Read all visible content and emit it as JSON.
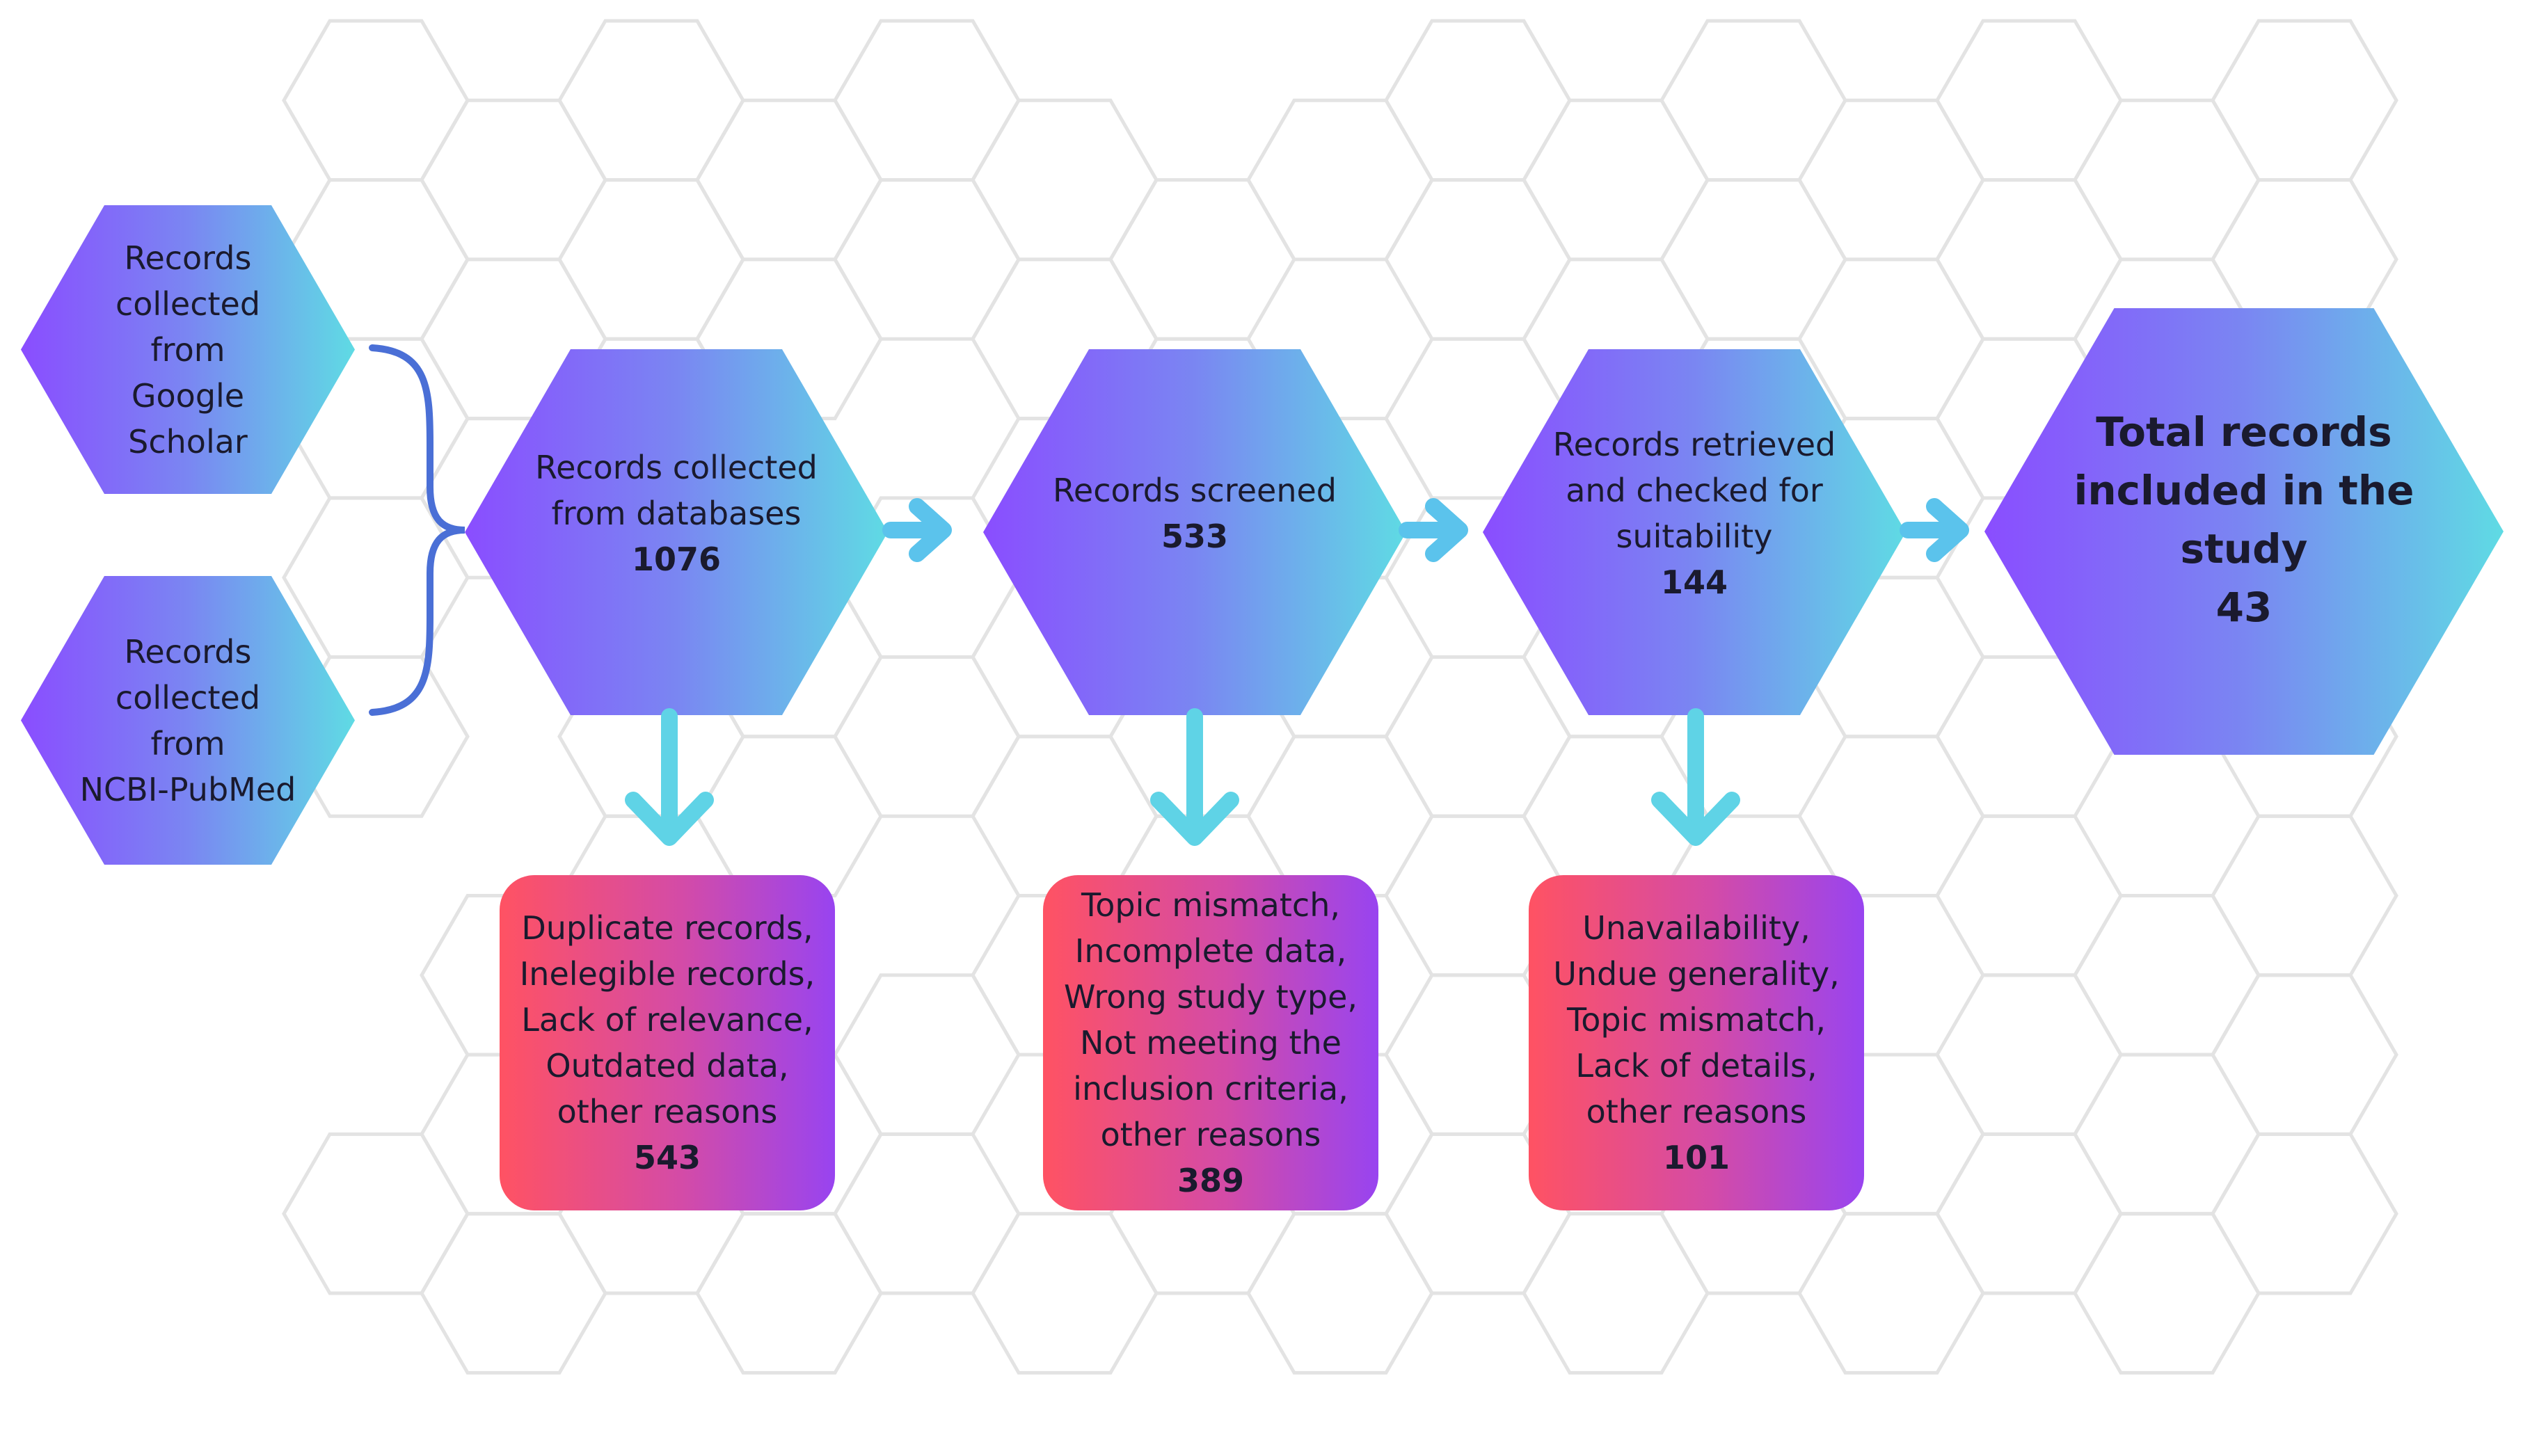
{
  "sources": {
    "google": [
      "Records",
      "collected",
      "from",
      "Google",
      "Scholar"
    ],
    "pubmed": [
      "Records",
      "collected",
      "from",
      "NCBI-PubMed"
    ]
  },
  "stages": [
    {
      "lines": [
        "Records collected",
        "from databases"
      ],
      "count": "1076"
    },
    {
      "lines": [
        "Records screened"
      ],
      "count": "533"
    },
    {
      "lines": [
        "Records retrieved",
        "and checked for",
        "suitability"
      ],
      "count": "144"
    }
  ],
  "final": {
    "lines": [
      "Total records",
      "included in the",
      "study"
    ],
    "count": "43"
  },
  "exclusions": [
    {
      "lines": [
        "Duplicate records,",
        "Inelegible records,",
        "Lack of relevance,",
        "Outdated data,",
        "other reasons"
      ],
      "count": "543"
    },
    {
      "lines": [
        "Topic mismatch,",
        "Incomplete data,",
        "Wrong study type,",
        "Not meeting the",
        "inclusion criteria,",
        "other reasons"
      ],
      "count": "389"
    },
    {
      "lines": [
        "Unavailability,",
        "Undue generality,",
        "Topic mismatch,",
        "Lack of details,",
        "other reasons"
      ],
      "count": "101"
    }
  ],
  "colors": {
    "hex_gradient": [
      "#8a4dff",
      "#7a86f2",
      "#5fdbe4"
    ],
    "box_gradient": [
      "#ff5263",
      "#d34ba8",
      "#9844f0"
    ],
    "arrow": "#5bc3ec",
    "down_arrow": "#5fd3e6",
    "brace": "#4a6fd6",
    "honeycomb": "#e3e3e3"
  }
}
